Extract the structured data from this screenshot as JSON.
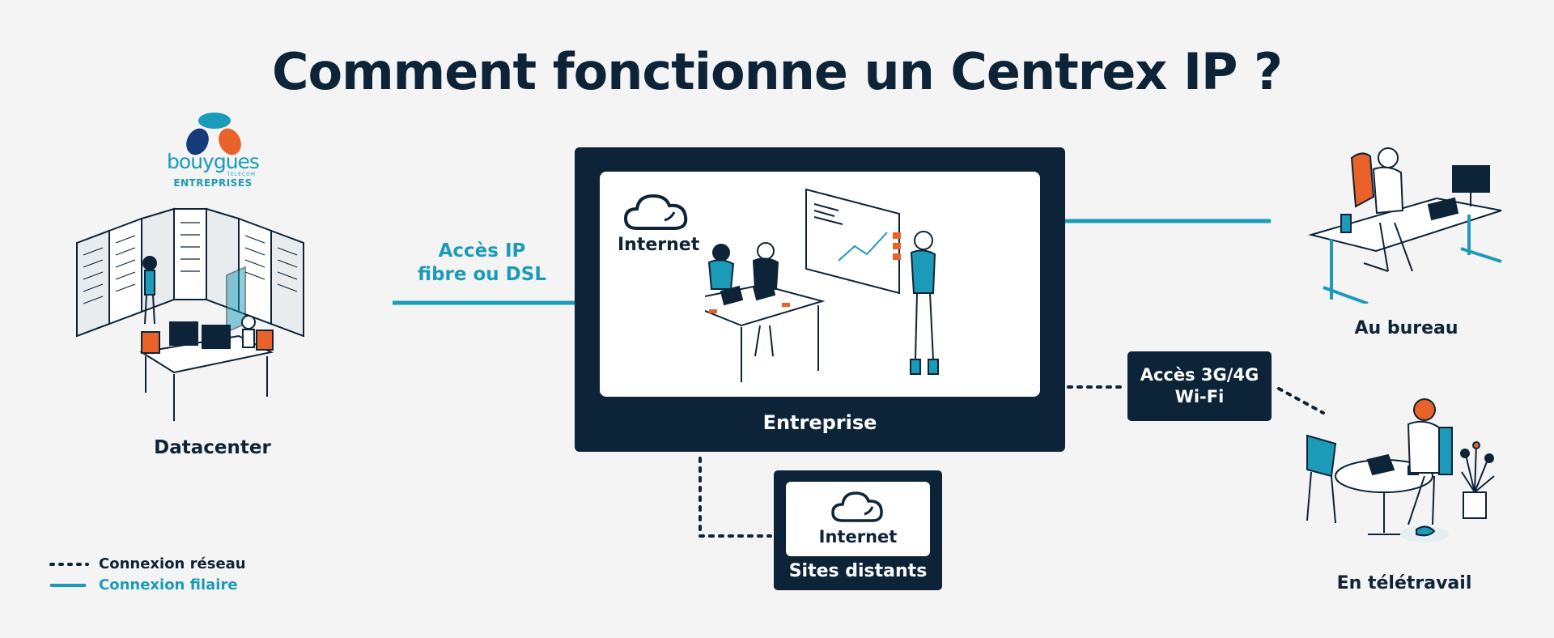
{
  "title": "Comment fonctionne un Centrex IP ?",
  "logo": {
    "brand": "bouygues",
    "sub_small": "TELECOM",
    "sub": "ENTREPRISES"
  },
  "nodes": {
    "datacenter": "Datacenter",
    "enterprise": "Entreprise",
    "internet_main": "Internet",
    "internet_remote": "Internet",
    "remote_sites": "Sites distants",
    "office": "Au bureau",
    "telework": "En télétravail"
  },
  "connections": {
    "ip_access_line1": "Accès IP",
    "ip_access_line2": "fibre ou DSL",
    "mobile_line1": "Accès 3G/4G",
    "mobile_line2": "Wi-Fi"
  },
  "legend": {
    "dotted": "Connexion réseau",
    "solid": "Connexion filaire"
  },
  "colors": {
    "navy": "#0d2438",
    "teal": "#1b9bb8",
    "orange": "#e8622a",
    "background": "#f4f4f4"
  }
}
